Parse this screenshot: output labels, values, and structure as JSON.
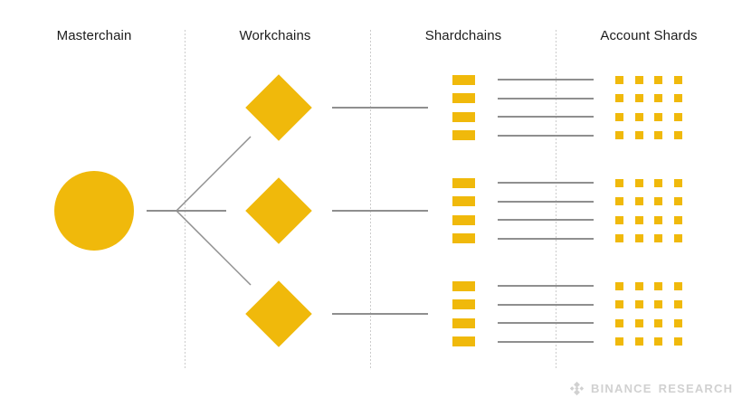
{
  "columns": [
    {
      "id": "masterchain",
      "label": "Masterchain"
    },
    {
      "id": "workchains",
      "label": "Workchains"
    },
    {
      "id": "shardchains",
      "label": "Shardchains"
    },
    {
      "id": "account-shards",
      "label": "Account Shards"
    }
  ],
  "structure": {
    "masterchain_count": 1,
    "workchain_count": 3,
    "shardchains_per_workchain": 4,
    "account_shards_per_shardchain": 4
  },
  "footer": {
    "brand_word1": "BINANCE",
    "brand_word2": "RESEARCH",
    "logo_icon": "binance-diamond-icon"
  },
  "colors": {
    "accent": "#F0B90B",
    "line": "#8F8F8F",
    "separator": "#CCCCCC",
    "label_text": "#1C1C1C",
    "brand_gray": "#D1D1D1",
    "background": "#FFFFFF"
  }
}
